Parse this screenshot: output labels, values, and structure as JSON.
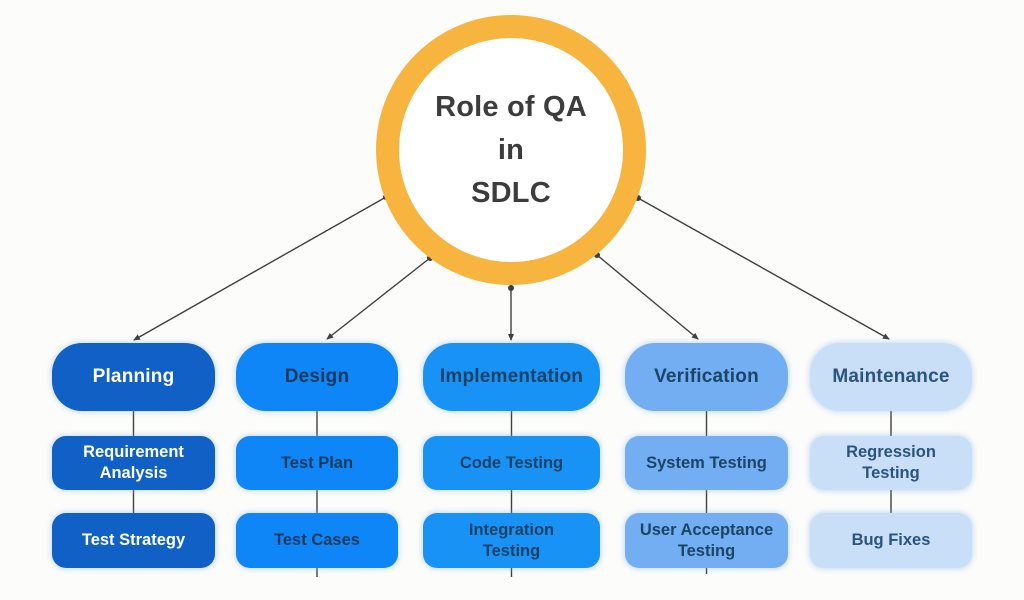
{
  "page": {
    "background": "#FCFCFB"
  },
  "center": {
    "title_lines": [
      "Role of QA",
      "in",
      "SDLC"
    ],
    "ring_color": "#F7B43E",
    "text_color": "#3C3C3C"
  },
  "connectors": {
    "color": "#3F3F3F"
  },
  "columns": [
    {
      "label": "Planning",
      "fill": "#1160C5",
      "text_color": "#FFFFFF",
      "items": [
        {
          "lines": [
            "Requirement",
            "Analysis"
          ]
        },
        {
          "lines": [
            "Test Strategy"
          ]
        }
      ]
    },
    {
      "label": "Design",
      "fill": "#0F86F8",
      "text_color": "#16395C",
      "items": [
        {
          "lines": [
            "Test Plan"
          ]
        },
        {
          "lines": [
            "Test Cases"
          ]
        }
      ]
    },
    {
      "label": "Implementation",
      "fill": "#1992F5",
      "text_color": "#174267",
      "items": [
        {
          "lines": [
            "Code Testing"
          ]
        },
        {
          "lines": [
            "Integration",
            "Testing"
          ]
        }
      ]
    },
    {
      "label": "Verification",
      "fill": "#72AEF1",
      "text_color": "#1B4568",
      "items": [
        {
          "lines": [
            "System Testing"
          ]
        },
        {
          "lines": [
            "User Acceptance",
            "Testing"
          ]
        }
      ]
    },
    {
      "label": "Maintenance",
      "fill": "#C9DFF7",
      "text_color": "#2A5480",
      "items": [
        {
          "lines": [
            "Regression",
            "Testing"
          ]
        },
        {
          "lines": [
            "Bug Fixes"
          ]
        }
      ]
    }
  ]
}
